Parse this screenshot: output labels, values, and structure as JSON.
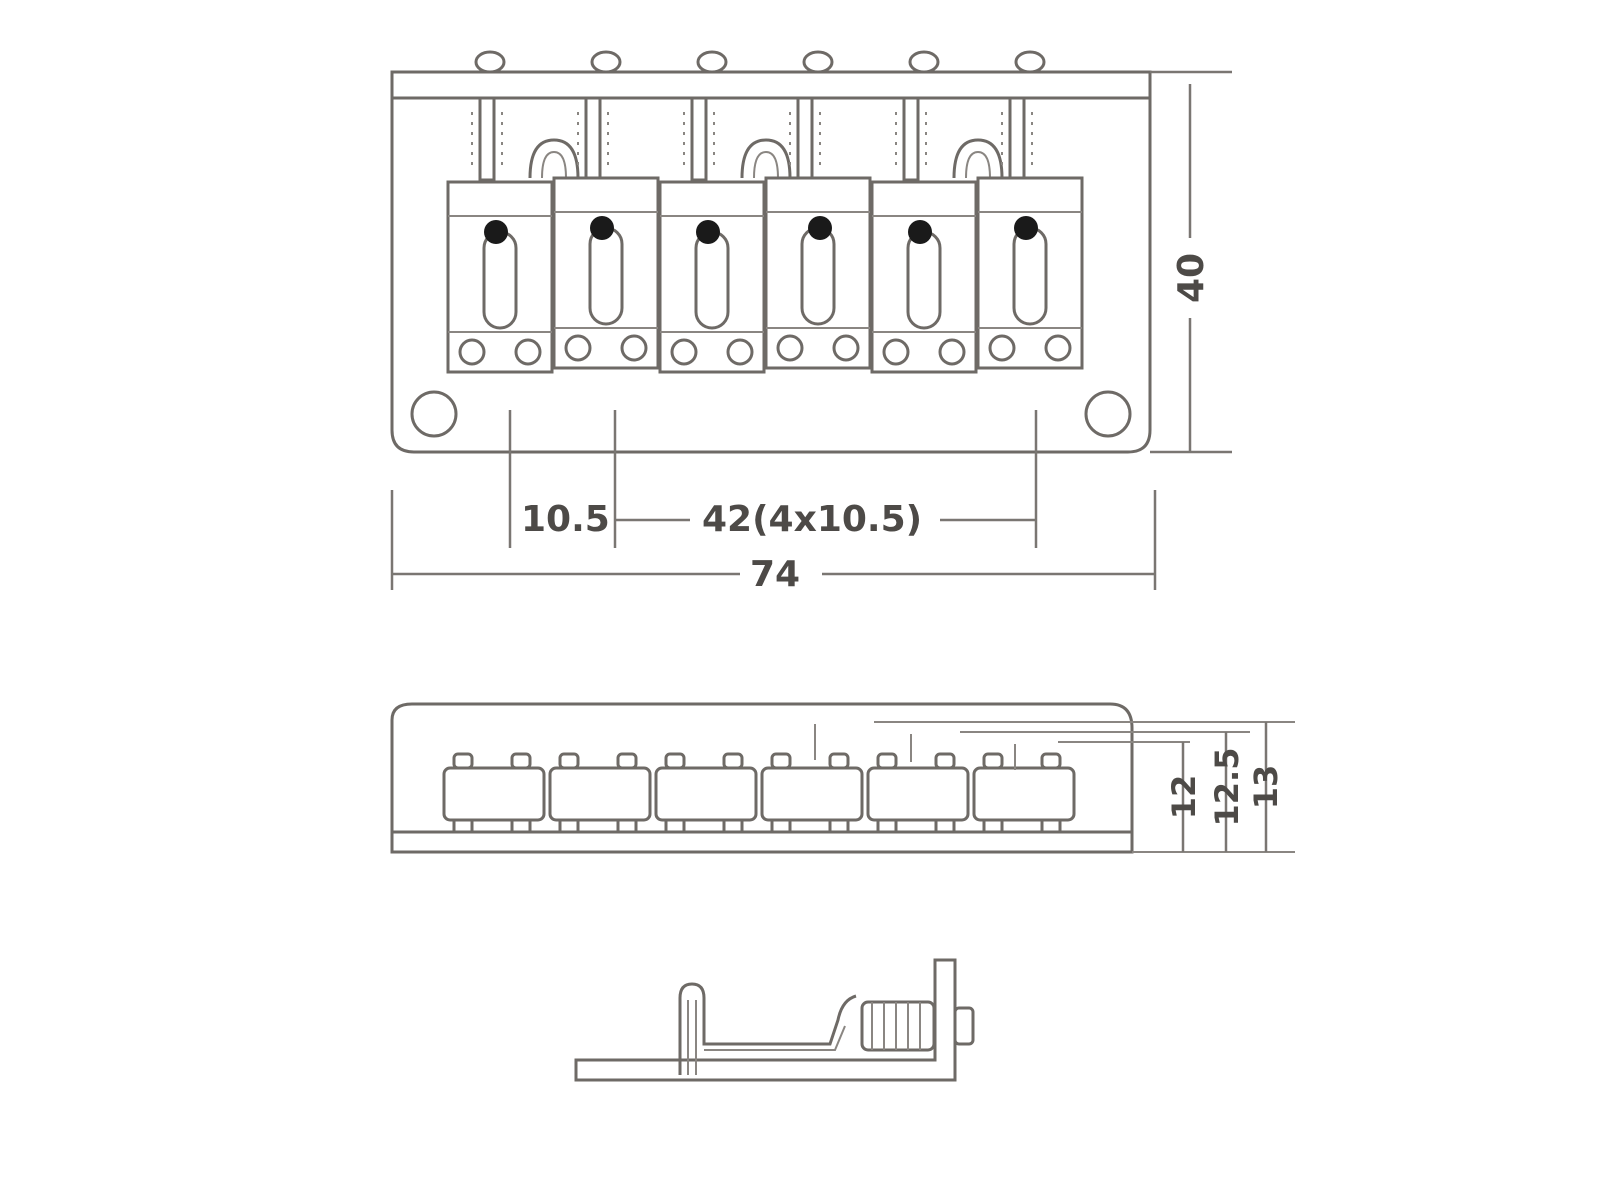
{
  "top_view": {
    "saddle_count": 6,
    "dimensions": {
      "height": "40",
      "first_spacing": "10.5",
      "string_span": "42(4x10.5)",
      "overall_width": "74"
    }
  },
  "front_view": {
    "dimensions": {
      "height_a": "12",
      "height_b": "12.5",
      "height_c": "13"
    }
  },
  "side_view": {}
}
